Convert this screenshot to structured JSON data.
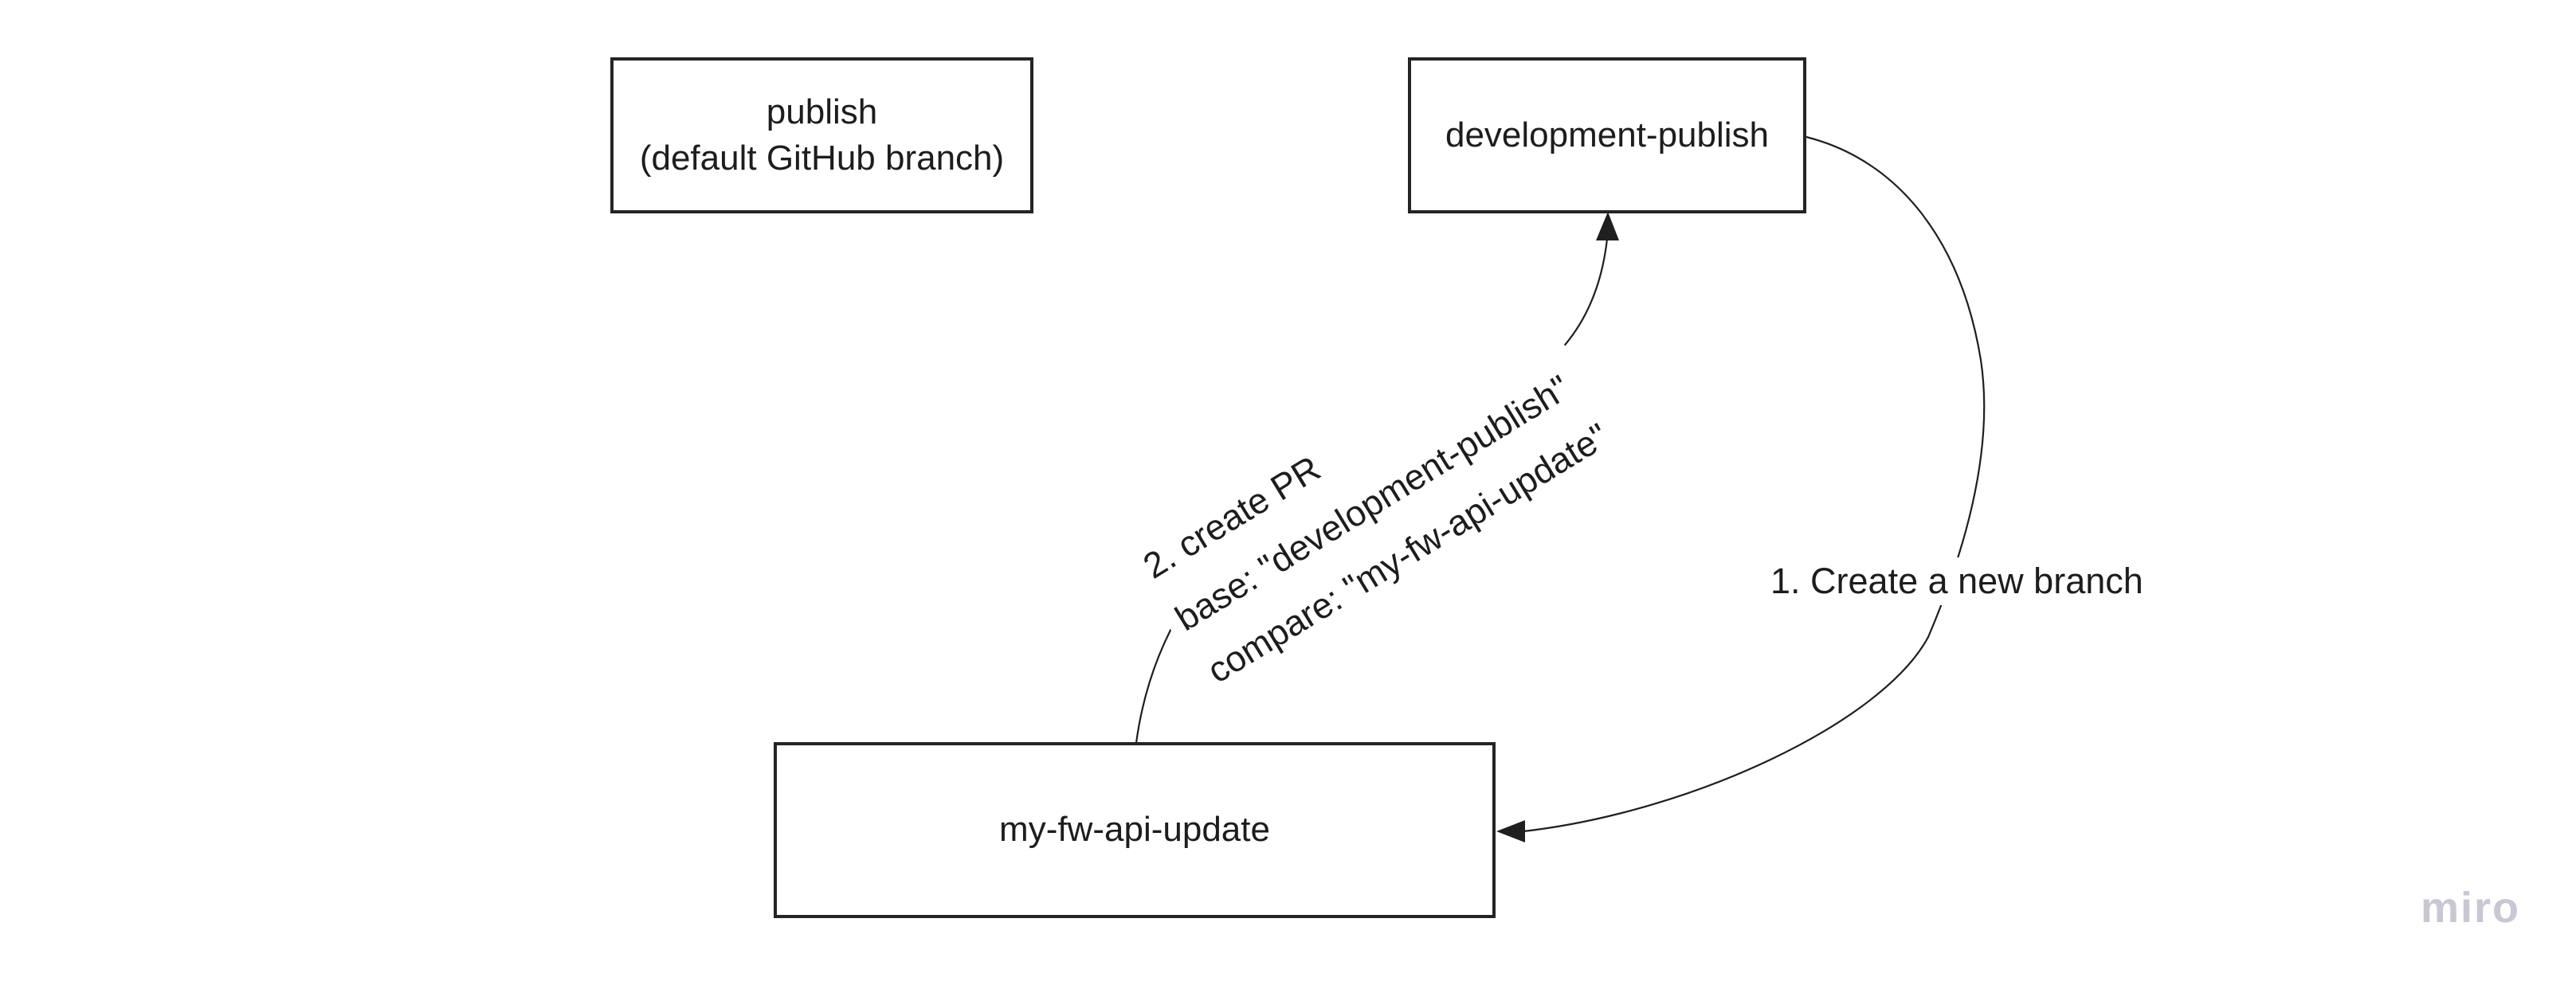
{
  "app": {
    "watermark": "miro"
  },
  "colors": {
    "background": "#ffffff",
    "stroke": "#1f1f1f",
    "text": "#1d1d1d",
    "watermark": "#c7c8d3"
  },
  "diagram": {
    "boxes": {
      "publish": {
        "lines": [
          "publish",
          "(default GitHub branch)"
        ]
      },
      "development_publish": {
        "label": "development-publish"
      },
      "my_fw_api_update": {
        "label": "my-fw-api-update"
      }
    },
    "connectors": {
      "create_branch": {
        "label": "1. Create a new branch",
        "from": "development-publish",
        "to": "my-fw-api-update"
      },
      "create_pr": {
        "lines": [
          "2. create PR",
          "base: \"development-publish\"",
          "compare: \"my-fw-api-update\""
        ],
        "from": "my-fw-api-update",
        "to": "development-publish"
      }
    }
  }
}
